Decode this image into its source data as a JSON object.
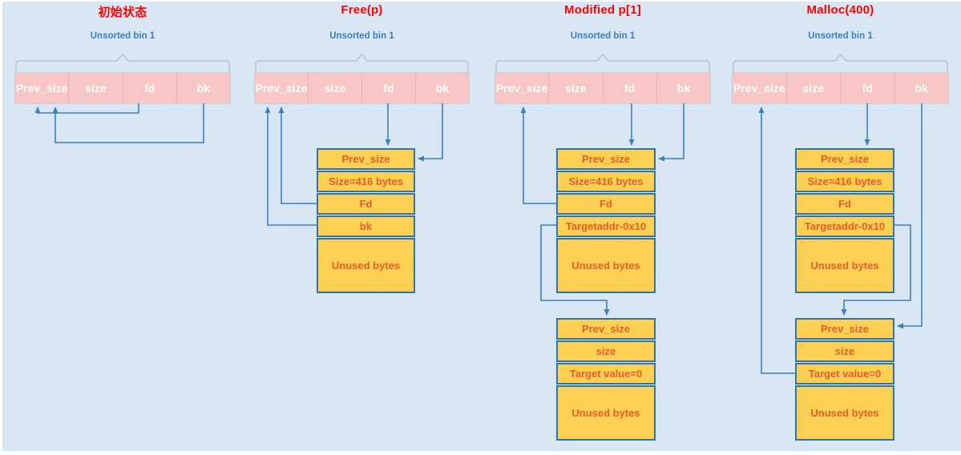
{
  "colors": {
    "background": "#ffffff",
    "canvas": "#d9e7f4",
    "title": "#fe0000",
    "bin_label": "#3d7dc2",
    "pink_fill": "#f8c6c5",
    "pink_border": "#e9b2b1",
    "pink_text": "#ffffff",
    "orange_fill": "#fcd153",
    "orange_border": "#3174ad",
    "orange_text": "#e85c2b",
    "arrow": "#3c7fc1",
    "brace": "#b9c0ca"
  },
  "panels": [
    {
      "title": "初始状态",
      "bin_label": "Unsorted bin 1",
      "chunk_row": [
        "Prev_size",
        "size",
        "fd",
        "bk"
      ]
    },
    {
      "title": "Free(p)",
      "bin_label": "Unsorted bin 1",
      "chunk_row": [
        "Prev_size",
        "size",
        "fd",
        "bk"
      ],
      "upper_box": [
        "Prev_size",
        "Size=416 bytes",
        "Fd",
        "bk",
        "Unused bytes"
      ]
    },
    {
      "title": "Modified p[1]",
      "bin_label": "Unsorted bin 1",
      "chunk_row": [
        "Prev_size",
        "size",
        "fd",
        "bk"
      ],
      "upper_box": [
        "Prev_size",
        "Size=416 bytes",
        "Fd",
        "Targetaddr-0x10",
        "Unused bytes"
      ],
      "lower_box": [
        "Prev_size",
        "size",
        "Target value=0",
        "Unused bytes"
      ]
    },
    {
      "title": "Malloc(400)",
      "bin_label": "Unsorted bin 1",
      "chunk_row": [
        "Prev_size",
        "size",
        "fd",
        "bk"
      ],
      "upper_box": [
        "Prev_size",
        "Size=416 bytes",
        "Fd",
        "Targetaddr-0x10",
        "Unused bytes"
      ],
      "lower_box": [
        "Prev_size",
        "size",
        "Target value=0",
        "Unused bytes"
      ]
    }
  ]
}
